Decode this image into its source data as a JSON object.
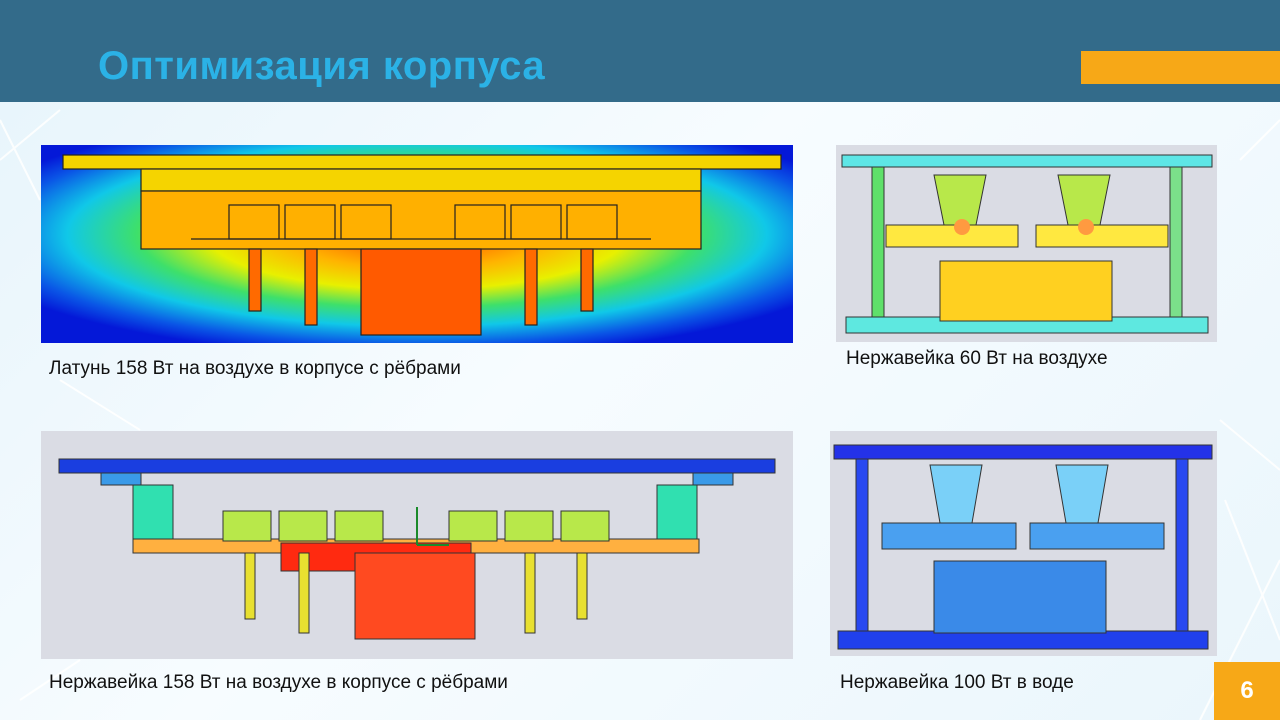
{
  "slide": {
    "title": "Оптимизация корпуса",
    "page_number": "6"
  },
  "colors": {
    "header": "#336b8a",
    "title": "#2bb2e6",
    "accent": "#f7a817"
  },
  "simulations": [
    {
      "caption": "Латунь 158 Вт на воздухе в корпусе с рёбрами"
    },
    {
      "caption": "Нержавейка 60 Вт на воздухе"
    },
    {
      "caption": "Нержавейка 158 Вт на воздухе в корпусе с рёбрами"
    },
    {
      "caption": "Нержавейка 100 Вт в воде"
    }
  ]
}
